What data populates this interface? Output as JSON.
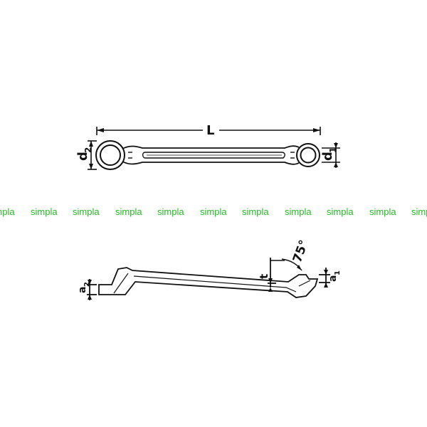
{
  "top_view": {
    "length_label": "L",
    "d1_label": "d",
    "d1_sub": "1",
    "d2_label": "d",
    "d2_sub": "2"
  },
  "side_view": {
    "a1_label": "a",
    "a1_sub": "1",
    "a2_label": "a",
    "a2_sub": "2",
    "t_label": "t",
    "angle_label": "75°"
  },
  "watermark": {
    "text": "simpla",
    "color": "#22bb22"
  },
  "colors": {
    "ink": "#111111",
    "background": "#ffffff"
  }
}
